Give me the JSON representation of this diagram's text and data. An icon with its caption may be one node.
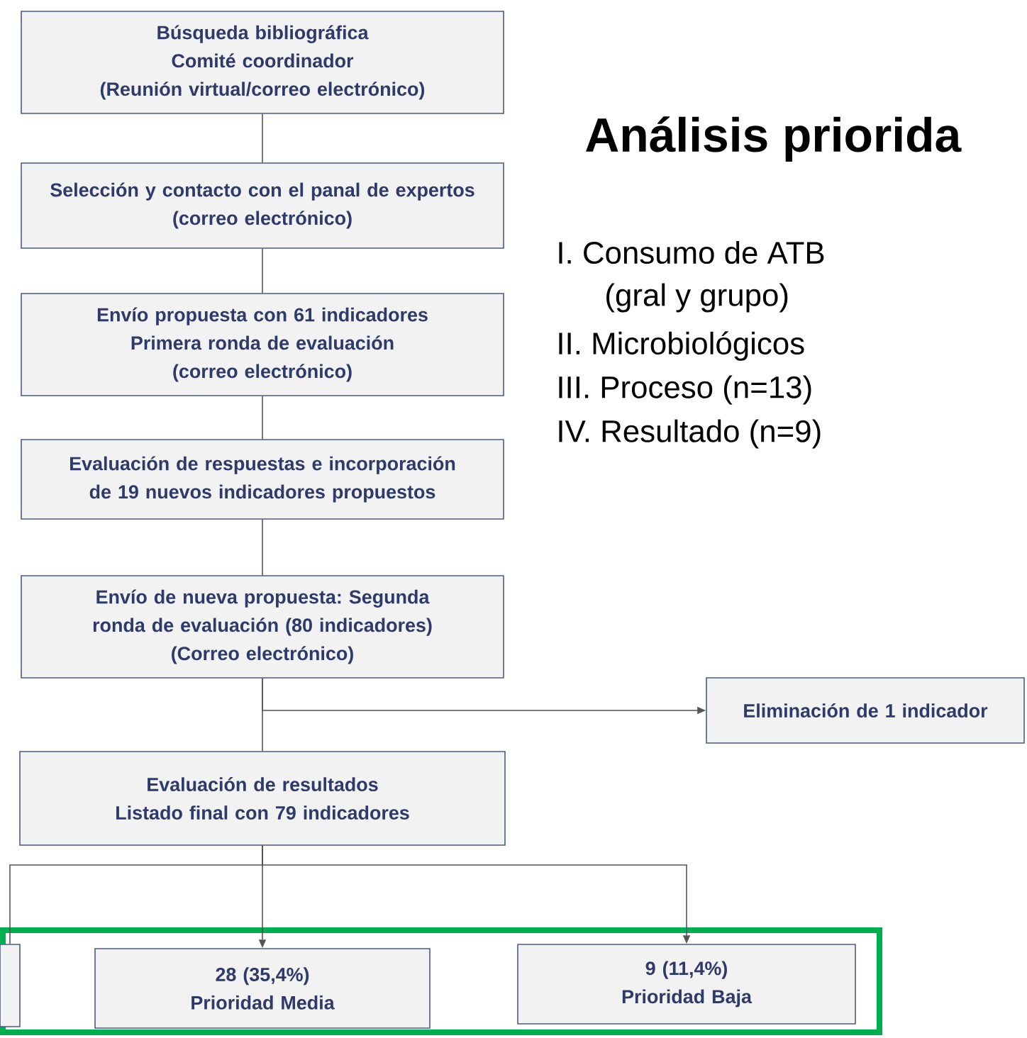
{
  "diagram": {
    "title": "Análisis priorida",
    "nodes": [
      {
        "text": [
          "Búsqueda bibliográfica",
          "Comité coordinador",
          "(Reunión virtual/correo electrónico)"
        ]
      },
      {
        "text": [
          "Selección y contacto con el panal de expertos",
          "(correo electrónico)"
        ]
      },
      {
        "text": [
          "Envío propuesta con 61 indicadores",
          "Primera ronda de evaluación",
          "(correo electrónico)"
        ]
      },
      {
        "text": [
          "Evaluación de respuestas e incorporación de 19 nuevos indicadores propuestos"
        ]
      },
      {
        "text": [
          "Envío de nueva propuesta: Segunda ronda de evaluación (80 indicadores)",
          "(Correo electrónico)"
        ]
      },
      {
        "text": [
          "Eliminación de 1 indicador"
        ]
      },
      {
        "text": [
          "Evaluación de resultados",
          "Listado final con 79 indicadores"
        ]
      },
      {
        "text": [],
        "shape": "box"
      },
      {
        "text": [],
        "shape": "box",
        "in": 7
      },
      {
        "text": [
          "28 (35,4%)",
          "Prioridad Media"
        ],
        "in": 7
      },
      {
        "text": [
          "9 (11,4%)",
          "Prioridad Baja"
        ],
        "in": 7
      }
    ],
    "edges": [
      {
        "from": 0,
        "to": 1,
        "arrow": "none"
      },
      {
        "from": 1,
        "to": 2,
        "arrow": "none"
      },
      {
        "from": 2,
        "to": 3,
        "arrow": "none"
      },
      {
        "from": 3,
        "to": 4,
        "arrow": "none"
      },
      {
        "from": 4,
        "to": 5,
        "arrow": "to"
      },
      {
        "from": 4,
        "to": 6,
        "arrow": "none"
      },
      {
        "from": 6,
        "to": 8,
        "arrow": "none"
      },
      {
        "from": 6,
        "to": 9,
        "arrow": "to"
      },
      {
        "from": 6,
        "to": 10,
        "arrow": "to"
      }
    ],
    "labels": [
      "I. Consumo de ATB",
      "(gral y grupo)",
      "II. Microbiológicos",
      "III. Proceso (n=13)",
      "IV. Resultado (n=9)"
    ]
  }
}
